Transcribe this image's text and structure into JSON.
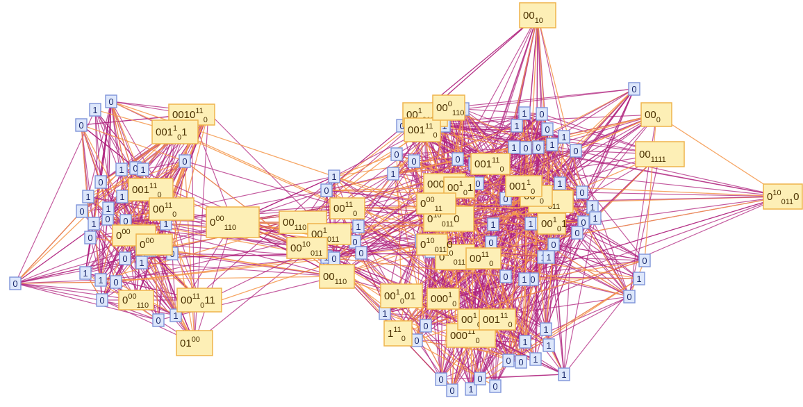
{
  "colors": {
    "background": "#ffffff",
    "edge_primary": "#b0247f",
    "edge_secondary": "#f5964a",
    "leaf_fill": "#dde7fb",
    "leaf_border": "#7e93d9",
    "leaf_text": "#1c2b6e",
    "branch_fill": "#fdefb6",
    "branch_border": "#efb44c",
    "branch_text": "#4a3000"
  },
  "leaf_nodes": [
    {
      "id": "l1",
      "label": "0"
    },
    {
      "id": "l2",
      "label": "1"
    },
    {
      "id": "l3",
      "label": "0"
    },
    {
      "id": "l4",
      "label": "1"
    },
    {
      "id": "l5",
      "label": "0"
    },
    {
      "id": "l6",
      "label": "1"
    },
    {
      "id": "l7",
      "label": "0"
    },
    {
      "id": "l8",
      "label": "1"
    },
    {
      "id": "l9",
      "label": "0"
    },
    {
      "id": "l10",
      "label": "1"
    },
    {
      "id": "l11",
      "label": "0"
    },
    {
      "id": "l12",
      "label": "1"
    },
    {
      "id": "l13",
      "label": "0"
    },
    {
      "id": "l14",
      "label": "1"
    },
    {
      "id": "l15",
      "label": "0"
    },
    {
      "id": "l16",
      "label": "1"
    },
    {
      "id": "l17",
      "label": "0"
    },
    {
      "id": "l18",
      "label": "0"
    },
    {
      "id": "l19",
      "label": "1"
    },
    {
      "id": "l20",
      "label": "1"
    },
    {
      "id": "l21",
      "label": "0"
    },
    {
      "id": "l22",
      "label": "0"
    },
    {
      "id": "l23",
      "label": "1"
    },
    {
      "id": "l24",
      "label": "0"
    },
    {
      "id": "l25",
      "label": "0"
    },
    {
      "id": "l26",
      "label": "1"
    },
    {
      "id": "l27",
      "label": "1"
    },
    {
      "id": "l28",
      "label": "0"
    },
    {
      "id": "l29",
      "label": "0"
    },
    {
      "id": "l30",
      "label": "1"
    },
    {
      "id": "l31",
      "label": "0"
    },
    {
      "id": "l32",
      "label": "1"
    },
    {
      "id": "l33",
      "label": "0"
    },
    {
      "id": "l34",
      "label": "0"
    },
    {
      "id": "l35",
      "label": "1"
    },
    {
      "id": "l36",
      "label": "0"
    },
    {
      "id": "l37",
      "label": "1"
    },
    {
      "id": "l38",
      "label": "0"
    },
    {
      "id": "l39",
      "label": "1"
    },
    {
      "id": "l40",
      "label": "0"
    },
    {
      "id": "l41",
      "label": "0"
    },
    {
      "id": "l42",
      "label": "1"
    },
    {
      "id": "l43",
      "label": "0"
    },
    {
      "id": "l44",
      "label": "1"
    },
    {
      "id": "l45",
      "label": "0"
    },
    {
      "id": "l46",
      "label": "1"
    },
    {
      "id": "l47",
      "label": "0"
    },
    {
      "id": "l48",
      "label": "1"
    },
    {
      "id": "l49",
      "label": "0"
    },
    {
      "id": "l50",
      "label": "0"
    },
    {
      "id": "l51",
      "label": "1"
    },
    {
      "id": "l52",
      "label": "1"
    },
    {
      "id": "l53",
      "label": "0"
    },
    {
      "id": "l54",
      "label": "0"
    },
    {
      "id": "l55",
      "label": "1"
    },
    {
      "id": "l56",
      "label": "0"
    },
    {
      "id": "l57",
      "label": "1"
    },
    {
      "id": "l58",
      "label": "0"
    },
    {
      "id": "l59",
      "label": "1"
    },
    {
      "id": "l60",
      "label": "0"
    },
    {
      "id": "l61",
      "label": "1"
    },
    {
      "id": "l62",
      "label": "0"
    },
    {
      "id": "l63",
      "label": "0"
    },
    {
      "id": "l64",
      "label": "1"
    },
    {
      "id": "l65",
      "label": "0"
    },
    {
      "id": "l66",
      "label": "1"
    },
    {
      "id": "l67",
      "label": "0"
    },
    {
      "id": "l68",
      "label": "1"
    },
    {
      "id": "l69",
      "label": "0"
    },
    {
      "id": "l70",
      "label": "0"
    },
    {
      "id": "l71",
      "label": "1"
    },
    {
      "id": "l72",
      "label": "1"
    },
    {
      "id": "l73",
      "label": "0"
    },
    {
      "id": "l74",
      "label": "1"
    },
    {
      "id": "l75",
      "label": "0"
    },
    {
      "id": "l76",
      "label": "0"
    },
    {
      "id": "l77",
      "label": "1"
    },
    {
      "id": "l78",
      "label": "1"
    },
    {
      "id": "l79",
      "label": "0"
    },
    {
      "id": "l80",
      "label": "0"
    },
    {
      "id": "l81",
      "label": "1"
    },
    {
      "id": "l82",
      "label": "1"
    },
    {
      "id": "l83",
      "label": "0"
    },
    {
      "id": "l84",
      "label": "0"
    },
    {
      "id": "l85",
      "label": "1"
    },
    {
      "id": "l86",
      "label": "0"
    },
    {
      "id": "l87",
      "label": "0"
    },
    {
      "id": "l88",
      "label": "1"
    },
    {
      "id": "l89",
      "label": "0"
    },
    {
      "id": "l90",
      "label": "1"
    },
    {
      "id": "l91",
      "label": "0"
    },
    {
      "id": "l92",
      "label": "1"
    },
    {
      "id": "l93",
      "label": "0"
    },
    {
      "id": "l94",
      "label": "1"
    },
    {
      "id": "l95",
      "label": "0"
    },
    {
      "id": "l96",
      "label": "1"
    }
  ],
  "branch_nodes": [
    {
      "id": "b1",
      "label": "00",
      "sub": "10"
    },
    {
      "id": "b2",
      "label": "00",
      "sub": "0"
    },
    {
      "id": "b3",
      "label": "00",
      "sub": "1111"
    },
    {
      "id": "b4",
      "label": "0",
      "sup": "10",
      "sub": "011",
      "tail": "0"
    },
    {
      "id": "b5",
      "label": "0010",
      "sup": "11",
      "sub": "0"
    },
    {
      "id": "b6",
      "label": "001",
      "sup": "1",
      "sub": "0",
      "tail": "1"
    },
    {
      "id": "b7",
      "label": "0",
      "sup": "00",
      "sub": "110"
    },
    {
      "id": "b8",
      "label": "00",
      "sub": "110"
    },
    {
      "id": "b9",
      "label": "00",
      "sup": "1",
      "sub": "011"
    },
    {
      "id": "b10",
      "label": "00",
      "sup": "10",
      "sub": "011"
    },
    {
      "id": "b11",
      "label": "00",
      "sup": "11",
      "sub": "0"
    },
    {
      "id": "b12",
      "label": "01",
      "sup": "00"
    },
    {
      "id": "b13",
      "label": "00",
      "sup": "11",
      "sub": "0",
      "tail": "11"
    },
    {
      "id": "b14",
      "label": "0",
      "sup": "00",
      "sub": "110"
    },
    {
      "id": "b15",
      "label": "001",
      "sup": "11",
      "sub": "0"
    },
    {
      "id": "b16",
      "label": "00",
      "sup": "11",
      "sub": "0"
    },
    {
      "id": "b17",
      "label": "0",
      "sup": "00"
    },
    {
      "id": "b18",
      "label": "0",
      "sup": "00"
    },
    {
      "id": "b19",
      "label": "00",
      "sub": "110"
    },
    {
      "id": "b20",
      "label": "0",
      "sup": "10",
      "sub": "011",
      "tail": "0"
    },
    {
      "id": "b21",
      "label": "00",
      "sup": "1",
      "sub": "011"
    },
    {
      "id": "b22",
      "label": "001",
      "sup": "11",
      "sub": "0"
    },
    {
      "id": "b23",
      "label": "00",
      "sup": "0",
      "sub": "110"
    },
    {
      "id": "b24",
      "label": "0",
      "sup": "10",
      "sub": "0110"
    },
    {
      "id": "b25",
      "label": "0",
      "sup": "10",
      "sub": "011",
      "tail": "0"
    },
    {
      "id": "b26",
      "label": "00",
      "sup": "11",
      "sub": "0"
    },
    {
      "id": "b27",
      "label": "00",
      "sup": "1",
      "sub": "0",
      "tail": "01"
    },
    {
      "id": "b28",
      "label": "000",
      "sup": "1",
      "sub": "0"
    },
    {
      "id": "b29",
      "label": "00",
      "sup": "1",
      "sub": "0",
      "tail": "1"
    },
    {
      "id": "b30",
      "label": "0",
      "sup": "00",
      "sub": "11"
    },
    {
      "id": "b31",
      "label": "001",
      "sup": "11",
      "sub": "0"
    },
    {
      "id": "b32",
      "label": "00",
      "sup": "1",
      "sub": "011"
    },
    {
      "id": "b33",
      "label": "00",
      "sup": "0",
      "sub": "0"
    },
    {
      "id": "b34",
      "label": "001",
      "sup": "1",
      "sub": "0"
    },
    {
      "id": "b35",
      "label": "000",
      "sup": "11",
      "sub": "0"
    },
    {
      "id": "b36",
      "label": "1",
      "sup": "11",
      "sub": "0"
    },
    {
      "id": "b37",
      "label": "00",
      "sup": "1",
      "sub": "01"
    },
    {
      "id": "b38",
      "label": "001",
      "sup": "11",
      "sub": "0"
    },
    {
      "id": "b39",
      "label": "000",
      "sup": "1",
      "sub": "0"
    },
    {
      "id": "b40",
      "label": "00",
      "sup": "1",
      "sub": "0",
      "tail": "1"
    }
  ]
}
